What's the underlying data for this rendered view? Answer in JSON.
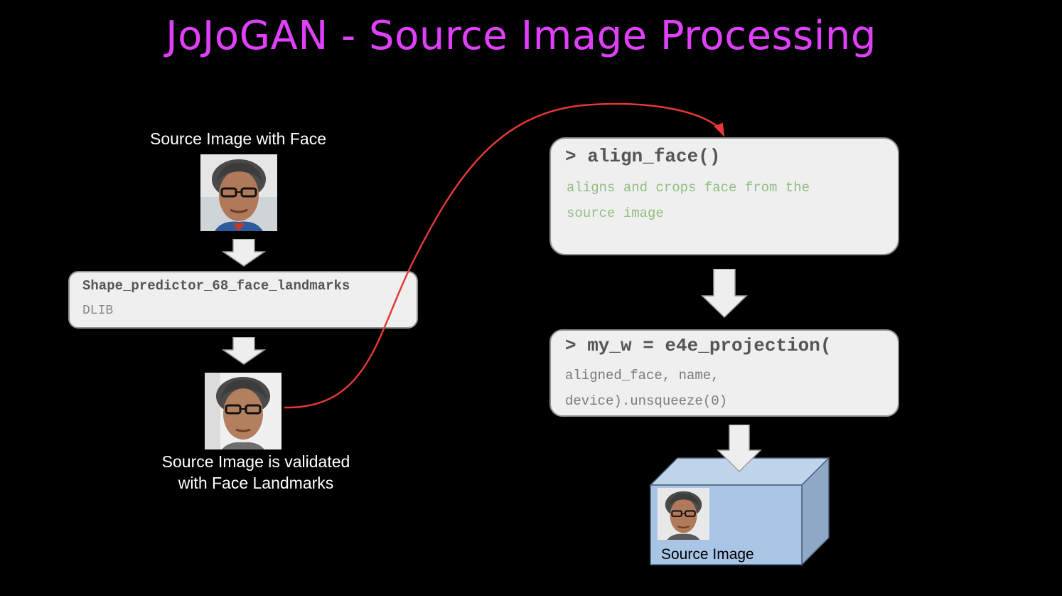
{
  "title": "JoJoGAN - Source Image Processing",
  "left_flow": {
    "source_caption": "Source Image with Face",
    "predictor_box": {
      "heading": "Shape_predictor_68_face_landmarks",
      "subtext": "DLIB"
    },
    "validated_caption_line1": "Source Image is validated",
    "validated_caption_line2": "with Face Landmarks"
  },
  "right_flow": {
    "align_box": {
      "heading": "> align_face()",
      "description_line1": "aligns and crops face from the",
      "description_line2": "source image"
    },
    "projection_box": {
      "heading": "> my_w = e4e_projection(",
      "code_line1": "aligned_face, name,",
      "code_line2": "device).unsqueeze(0)"
    },
    "cube_label": "Source Image"
  },
  "colors": {
    "title": "#e040fb",
    "connector": "#e53935",
    "box_fill": "#efefef",
    "comment_text": "#8fbf7f",
    "code_text": "#7a7a7a",
    "cube_front": "#a9c5e6",
    "arrow_fill": "#eeeeee"
  },
  "icons": {
    "arrow": "down-arrow-icon",
    "face": "face-photo"
  }
}
